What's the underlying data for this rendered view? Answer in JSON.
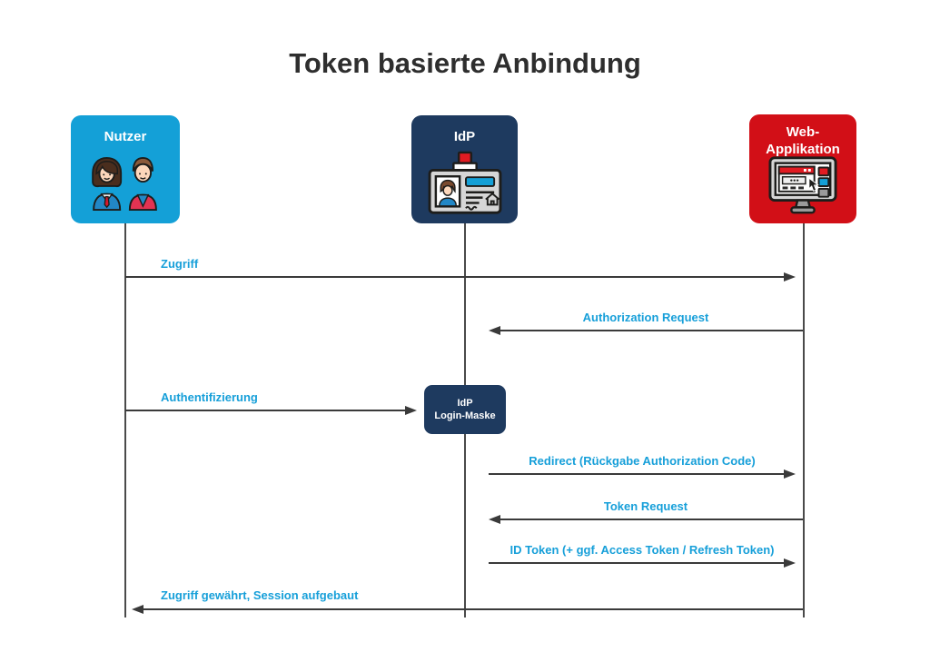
{
  "title": "Token basierte Anbindung",
  "colors": {
    "actor_nutzer": "#14a0d7",
    "actor_idp": "#1e3a5f",
    "actor_webapp": "#d20f17",
    "arrow_line": "#3a3a3a",
    "message_label": "#169fd9",
    "title_text": "#2e2e2e"
  },
  "actors": [
    {
      "id": "nutzer",
      "label": "Nutzer",
      "icon": "users-icon"
    },
    {
      "id": "idp",
      "label": "IdP",
      "icon": "id-badge-icon"
    },
    {
      "id": "webapp",
      "label": "Web-Applikation",
      "icon": "monitor-icon"
    }
  ],
  "note_box": {
    "line1": "IdP",
    "line2": "Login-Maske"
  },
  "messages": [
    {
      "label": "Zugriff",
      "from": "nutzer",
      "to": "webapp"
    },
    {
      "label": "Authorization Request",
      "from": "webapp",
      "to": "idp"
    },
    {
      "label": "Authentifizierung",
      "from": "nutzer",
      "to": "idp"
    },
    {
      "label": "Redirect (Rückgabe Authorization Code)",
      "from": "idp",
      "to": "webapp"
    },
    {
      "label": "Token Request",
      "from": "webapp",
      "to": "idp"
    },
    {
      "label": "ID Token (+ ggf. Access Token / Refresh Token)",
      "from": "idp",
      "to": "webapp"
    },
    {
      "label": "Zugriff gewährt, Session aufgebaut",
      "from": "webapp",
      "to": "nutzer"
    }
  ]
}
